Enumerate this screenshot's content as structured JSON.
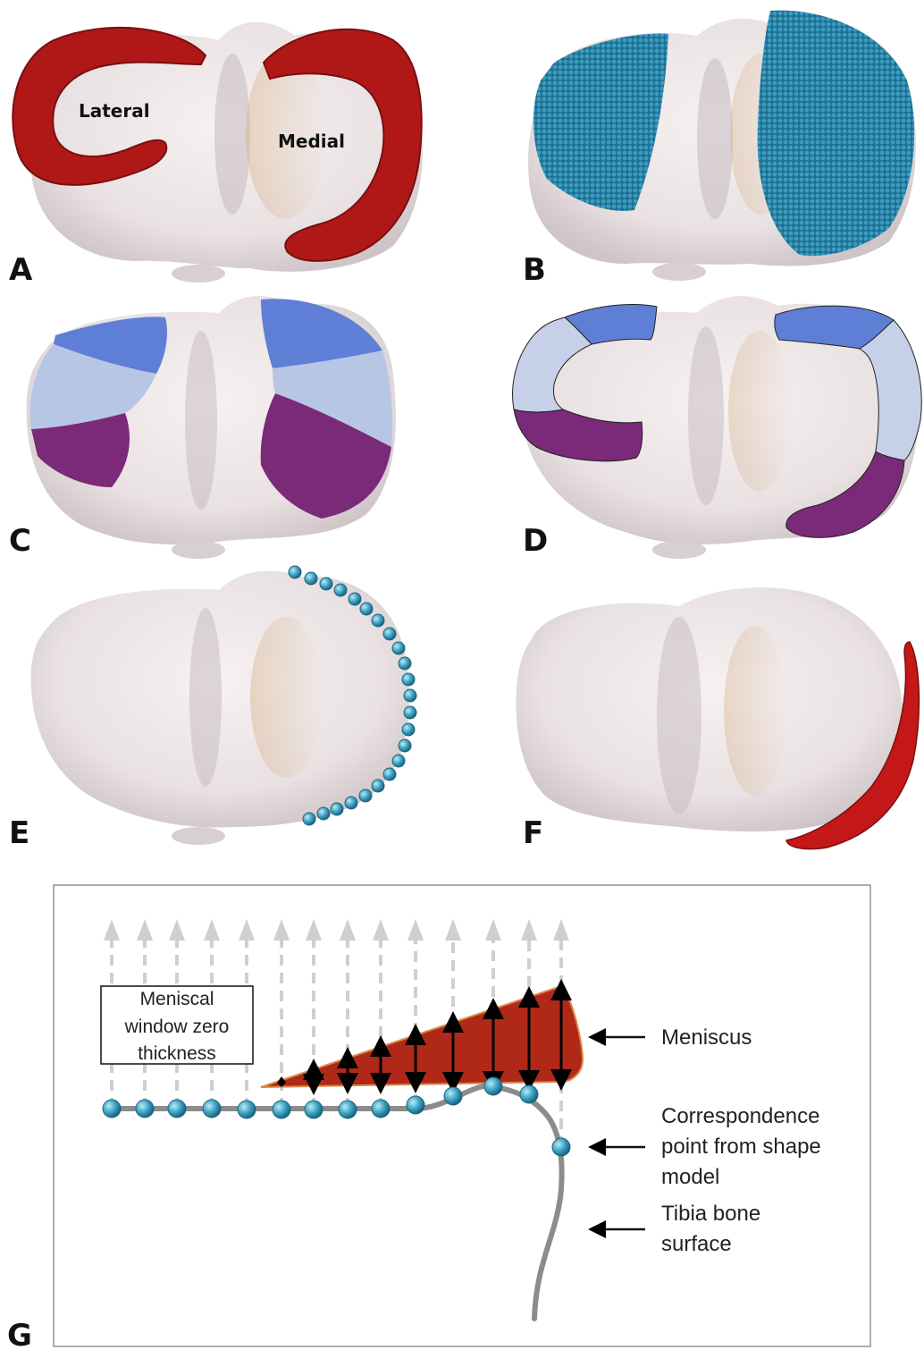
{
  "panels": {
    "a": {
      "letter": "A",
      "labels": {
        "lateral": "Lateral",
        "medial": "Medial"
      }
    },
    "b": {
      "letter": "B"
    },
    "c": {
      "letter": "C"
    },
    "d": {
      "letter": "D"
    },
    "e": {
      "letter": "E"
    },
    "f": {
      "letter": "F"
    },
    "g": {
      "letter": "G",
      "box_lines": [
        "Meniscal",
        "window zero",
        "thickness"
      ],
      "callouts": {
        "meniscus": [
          "Meniscus"
        ],
        "correspondence": [
          "Correspondence",
          "point from shape",
          "model"
        ],
        "tibia": [
          "Tibia bone",
          "surface"
        ]
      }
    }
  },
  "colors": {
    "meniscus_red": "#b01818",
    "bone": "#ede6e6",
    "bone_shadow": "#c9bfc2",
    "bone_tan": "#d9b896",
    "sample_blue": "#2f86a8",
    "region_blue": "#5f7fd6",
    "region_lightblue": "#b8c6e6",
    "region_purple": "#7a2a78",
    "point_teal": "#3ea6c6",
    "arrow_gray": "#cfcfcf",
    "curve_gray": "#8c8c8c"
  }
}
